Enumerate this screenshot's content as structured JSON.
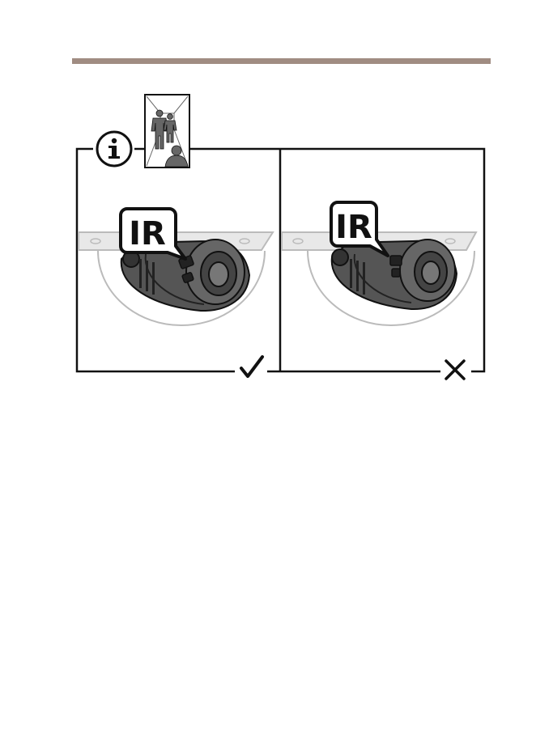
{
  "colors": {
    "header_rule": "#a08c82",
    "line": "#111111",
    "camera_dark": "#333333",
    "camera_mid": "#555555",
    "camera_light": "#6a6a6a",
    "dome": "#bbbbbb",
    "ceiling": "#cccccc"
  },
  "info_badge": {
    "icon": "info-icon",
    "glyph": "i"
  },
  "scene_thumbnail": {
    "icon": "corridor-people-icon",
    "description_shown": false
  },
  "panels": [
    {
      "callout": "IR",
      "verdict": "correct",
      "verdict_icon": "checkmark-icon"
    },
    {
      "callout": "IR",
      "verdict": "incorrect",
      "verdict_icon": "cross-icon"
    }
  ]
}
